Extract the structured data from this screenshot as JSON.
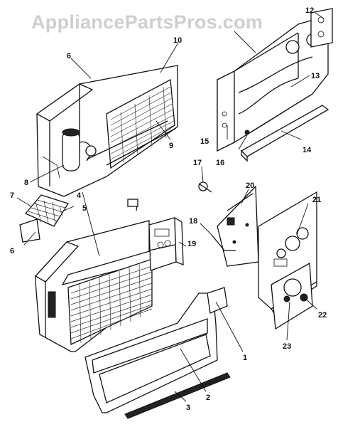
{
  "watermark": "AppliancePartsPros.com",
  "callouts": {
    "c1": "1",
    "c2": "2",
    "c3": "3",
    "c4": "4",
    "c5": "5",
    "c6a": "6",
    "c6b": "6",
    "c7": "7",
    "c8": "8",
    "c9": "9",
    "c10": "10",
    "c12": "12",
    "c13": "13",
    "c14": "14",
    "c15": "15",
    "c16": "16",
    "c17": "17",
    "c18": "18",
    "c19": "19",
    "c20": "20",
    "c21": "21",
    "c22": "22",
    "c23": "23"
  }
}
